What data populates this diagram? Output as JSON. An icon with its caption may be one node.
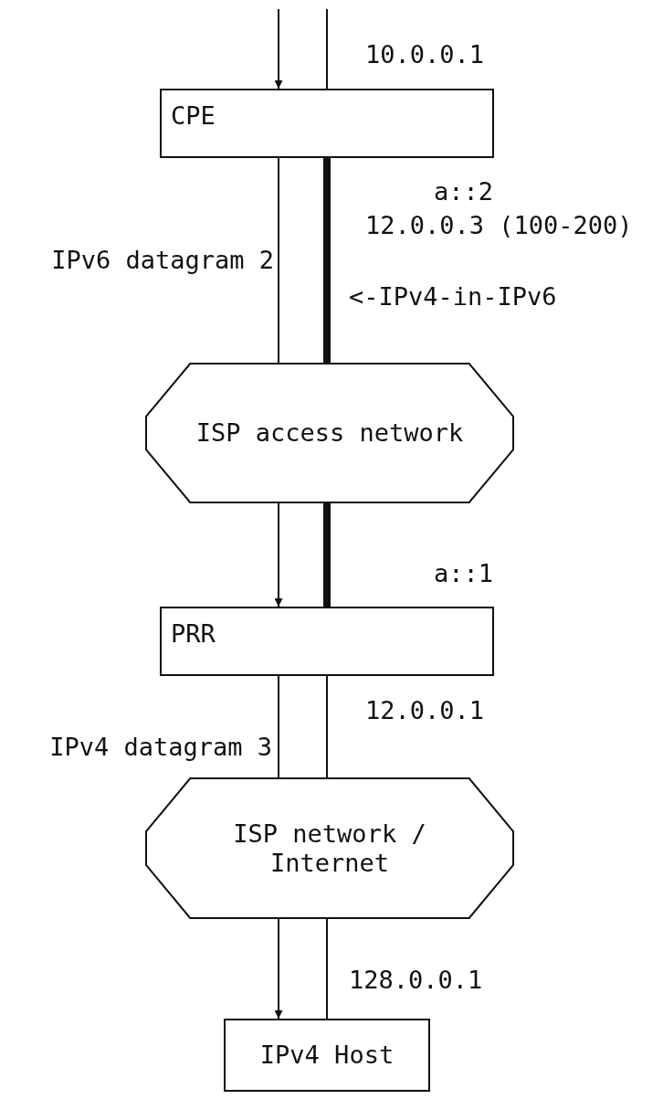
{
  "diagram": {
    "nodes": [
      {
        "text": [
          "CPE"
        ]
      },
      {
        "text": [
          "ISP access network"
        ]
      },
      {
        "text": [
          "PRR"
        ]
      },
      {
        "text": [
          "ISP network / Internet"
        ]
      },
      {
        "text": [
          "IPv4 Host"
        ]
      }
    ],
    "edges": [
      {
        "from": null,
        "to": 0,
        "arrow": "to"
      },
      {
        "from": null,
        "to": 0,
        "arrow": "none"
      },
      {
        "from": 0,
        "to": 1,
        "arrow": "none",
        "label": "IPv6 datagram 2"
      },
      {
        "from": 1,
        "to": 2,
        "arrow": "to"
      },
      {
        "from": 0,
        "to": 1,
        "arrow": "none",
        "style": "thick",
        "label": "<-IPv4-in-IPv6"
      },
      {
        "from": 1,
        "to": 2,
        "arrow": "none",
        "style": "thick"
      },
      {
        "from": 2,
        "to": 3,
        "arrow": "none",
        "label": "IPv4 datagram 3"
      },
      {
        "from": 3,
        "to": 4,
        "arrow": "to"
      },
      {
        "from": 2,
        "to": 3,
        "arrow": "none"
      },
      {
        "from": 3,
        "to": 4,
        "arrow": "none"
      }
    ],
    "labels": [
      "10.0.0.1",
      "a::2",
      "12.0.0.3 (100-200)",
      "a::1",
      "12.0.0.1",
      "128.0.0.1"
    ]
  }
}
